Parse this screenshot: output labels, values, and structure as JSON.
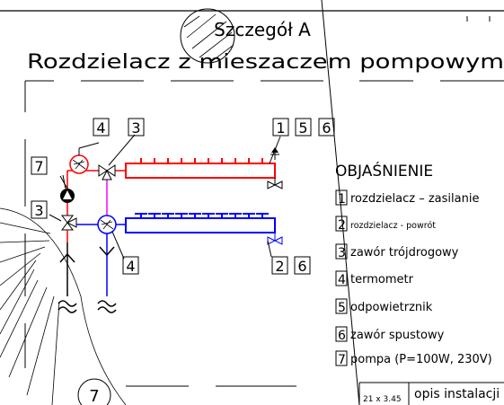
{
  "title": {
    "line1": "Szczegół A",
    "line2": "Rozdzielacz z mieszaczem pompowym"
  },
  "callouts": {
    "supply_left": [
      "4",
      "3"
    ],
    "supply_right": [
      "1",
      "5",
      "6"
    ],
    "pump_tag": "7",
    "valve_tag": "3",
    "return_thermo_tag": "4",
    "return_right": [
      "2",
      "6"
    ],
    "circle_mark": "7"
  },
  "legend": {
    "heading": "OBJAŚNIENIE",
    "items": [
      {
        "num": "1",
        "text": "rozdzielacz – zasilanie"
      },
      {
        "num": "2",
        "text": "rozdzielacz - powrót"
      },
      {
        "num": "3",
        "text": "zawór trójdrogowy"
      },
      {
        "num": "4",
        "text": "termometr"
      },
      {
        "num": "5",
        "text": "odpowietrznik"
      },
      {
        "num": "6",
        "text": "zawór spustowy"
      },
      {
        "num": "7",
        "text": "pompa (P=100W, 230V)"
      }
    ]
  },
  "title_block": {
    "size": "21 x 3.45",
    "desc": "opis instalacji"
  },
  "colors": {
    "supply": "#ff0000",
    "return": "#0000ff",
    "mix": "#ff00ff",
    "line": "#000000"
  },
  "icons": [
    "thermometer-icon",
    "three-way-valve-icon",
    "pump-icon",
    "air-vent-icon",
    "drain-valve-icon",
    "heating-coil-icon"
  ]
}
